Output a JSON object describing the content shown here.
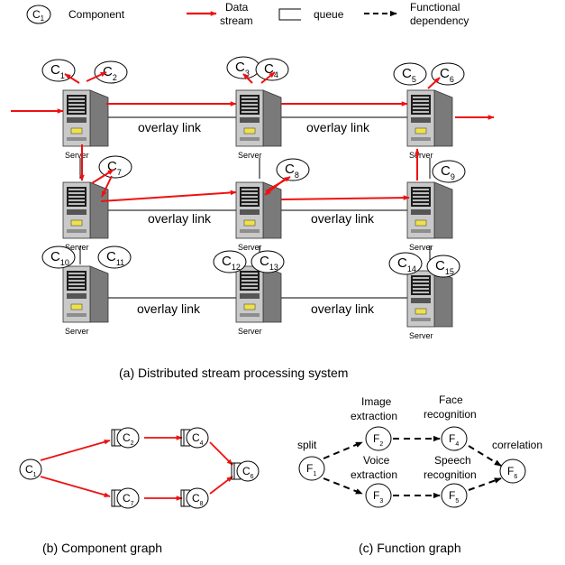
{
  "legend": {
    "component_symbol": "C",
    "component_sub": "1",
    "component_label": "Component",
    "data_stream_line1": "Data",
    "data_stream_line2": "stream",
    "queue_label": "queue",
    "func_dep_line1": "Functional",
    "func_dep_line2": "dependency"
  },
  "system": {
    "server_label": "Server",
    "overlay_link_label": "overlay link",
    "component_prefix": "C",
    "components": [
      "1",
      "2",
      "3",
      "4",
      "5",
      "6",
      "7",
      "8",
      "9",
      "10",
      "11",
      "12",
      "13",
      "14",
      "15"
    ],
    "caption": "(a) Distributed stream processing system"
  },
  "component_graph": {
    "prefix": "C",
    "nodes": [
      "1",
      "2",
      "4",
      "7",
      "8",
      "6"
    ],
    "caption": "(b) Component  graph"
  },
  "function_graph": {
    "prefix": "F",
    "nodes": [
      "1",
      "2",
      "4",
      "3",
      "5",
      "6"
    ],
    "labels": {
      "split": "split",
      "image_line1": "Image",
      "image_line2": "extraction",
      "face_line1": "Face",
      "face_line2": "recognition",
      "voice_line1": "Voice",
      "voice_line2": "extraction",
      "speech_line1": "Speech",
      "speech_line2": "recognition",
      "correlation": "correlation"
    },
    "caption": "(c) Function  graph"
  },
  "colors": {
    "stream": "#ee1111",
    "line": "#000000"
  }
}
